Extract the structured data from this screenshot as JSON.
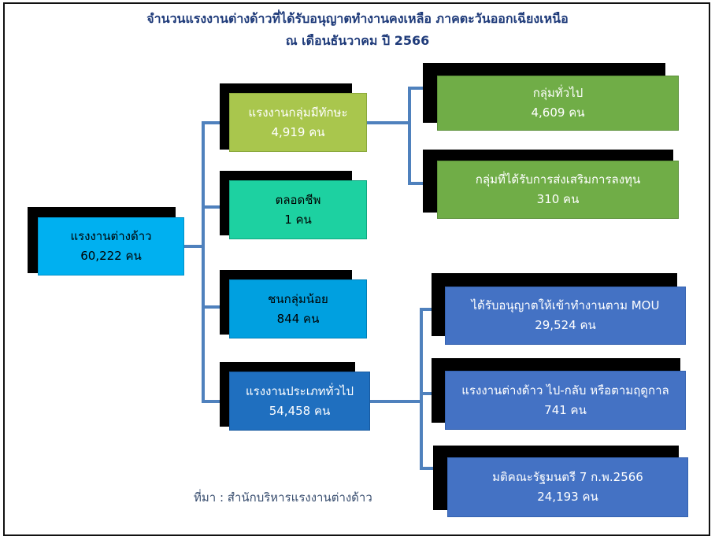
{
  "title": {
    "line1": "จำนวนแรงงานต่างด้าวที่ได้รับอนุญาตทำงานคงเหลือ ภาคตะวันออกเฉียงเหนือ",
    "line2": "ณ เดือนธันวาคม ปี 2566"
  },
  "colors": {
    "line": "#4f81bd",
    "root": "#00b0f0",
    "skilled": "#a9c64d",
    "skilled_child": "#70ad47",
    "lifetime": "#1dd1a1",
    "minority": "#00a0e0",
    "general": "#1f6fbf",
    "general_child": "#4472c4"
  },
  "nodes": {
    "root": {
      "label": "แรงงานต่างด้าว",
      "value": "60,222 คน"
    },
    "skilled": {
      "label": "แรงงานกลุ่มมีทักษะ",
      "value": "4,919 คน"
    },
    "lifetime": {
      "label": "ตลอดชีพ",
      "value": "1 คน"
    },
    "minority": {
      "label": "ชนกลุ่มน้อย",
      "value": "844 คน"
    },
    "general": {
      "label": "แรงงานประเภททั่วไป",
      "value": "54,458 คน"
    },
    "skilled_general": {
      "label": "กลุ่มทั่วไป",
      "value": "4,609 คน"
    },
    "skilled_invest": {
      "label": "กลุ่มที่ได้รับการส่งเสริมการลงทุน",
      "value": "310 คน"
    },
    "mou": {
      "label": "ได้รับอนุญาตให้เข้าทำงานตาม MOU",
      "value": "29,524 คน"
    },
    "seasonal": {
      "label": "แรงงานต่างด้าว ไป-กลับ หรือตามฤดูกาล",
      "value": "741 คน"
    },
    "cabinet": {
      "label": "มติคณะรัฐมนตรี 7 ก.พ.2566",
      "value": "24,193 คน"
    }
  },
  "source": "ที่มา : สำนักบริหารแรงงานต่างด้าว"
}
